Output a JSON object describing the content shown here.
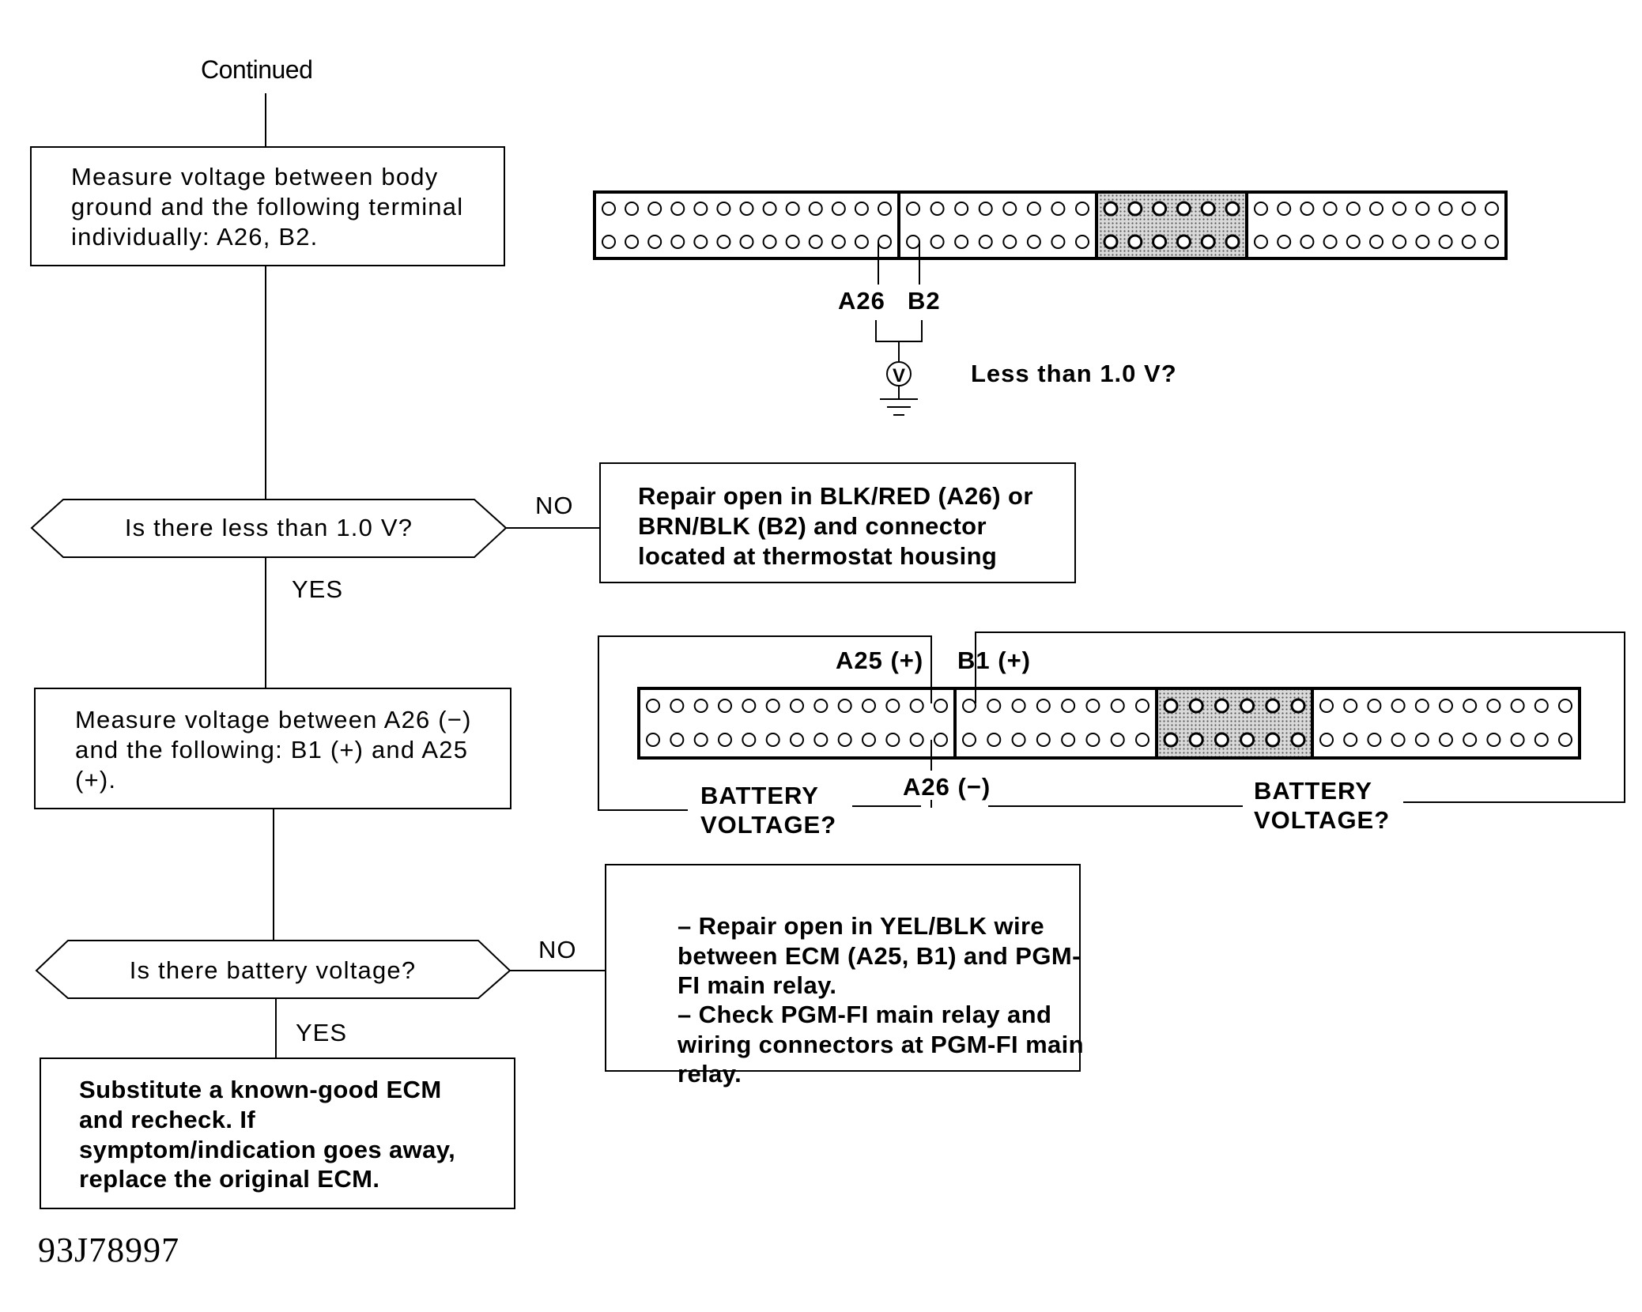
{
  "flow": {
    "continued": "Continued",
    "step1": "Measure voltage between body ground and the following terminal individually: A26, B2.",
    "decision1": "Is there less than 1.0 V?",
    "no1": "NO",
    "yes1": "YES",
    "repair1": "Repair open in BLK/RED (A26) or BRN/BLK (B2) and connector located at thermostat housing",
    "step2": "Measure voltage between A26 (−) and the following: B1 (+) and A25 (+).",
    "decision2": "Is there battery voltage?",
    "no2": "NO",
    "yes2": "YES",
    "repair2_item1": "Repair open in YEL/BLK wire between ECM (A25, B1) and PGM-FI main relay.",
    "repair2_item2": "Check PGM-FI main relay and wiring connectors at PGM-FI main relay.",
    "final": "Substitute a known-good ECM and recheck. If symptom/indication goes away, replace the original ECM.",
    "figure_code": "93J78997"
  },
  "diagram1": {
    "terminal_a": "A26",
    "terminal_b": "B2",
    "meter": "V",
    "question": "Less than 1.0 V?"
  },
  "diagram2": {
    "terminal_a25": "A25 (+)",
    "terminal_b1": "B1 (+)",
    "terminal_a26": "A26 (−)",
    "left_label": "BATTERY\nVOLTAGE?",
    "right_label": "BATTERY\nVOLTAGE?"
  },
  "connector": {
    "section_pins": [
      13,
      8,
      6,
      11
    ],
    "shaded_section": 3
  }
}
